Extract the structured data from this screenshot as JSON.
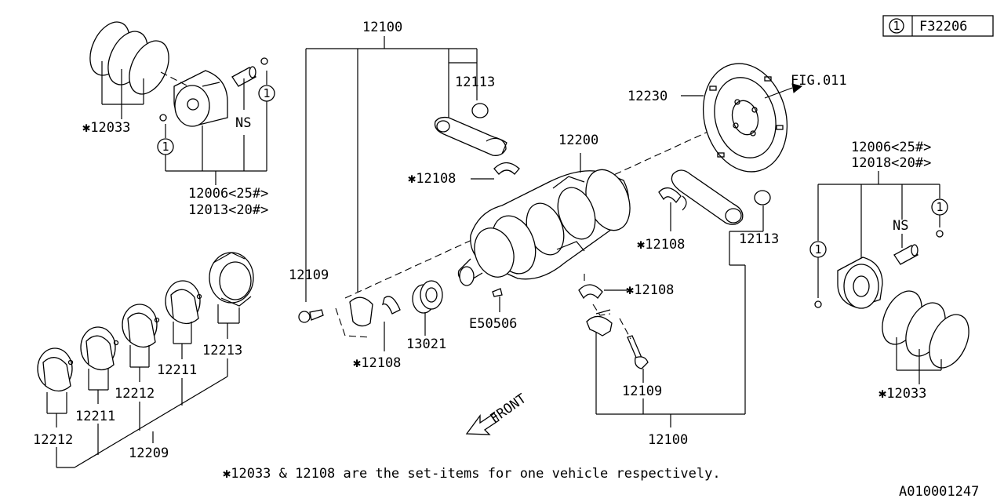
{
  "figure_ref": {
    "circle": "1",
    "code": "F32206"
  },
  "labels": {
    "l12100_top": "12100",
    "l12113_top": "12113",
    "l12033_left": "✱12033",
    "ns_left": "NS",
    "circle1_a": "1",
    "circle1_b": "1",
    "l12006_left": "12006<25#>",
    "l12013_left": "12013<20#>",
    "l12230": "12230",
    "fig011": "FIG.011",
    "l12200": "12200",
    "l12108_a": "✱12108",
    "l12108_b": "✱12108",
    "l12113_right": "12113",
    "l12006_right": "12006<25#>",
    "l12018_right": "12018<20#>",
    "ns_right": "NS",
    "circle1_c": "1",
    "circle1_d": "1",
    "l12109_left": "12109",
    "l12108_c": "✱12108",
    "l12108_d": "✱12108",
    "l13021": "13021",
    "e50506": "E50506",
    "l12213": "12213",
    "l12211_a": "12211",
    "l12212_a": "12212",
    "l12211_b": "12211",
    "l12212_b": "12212",
    "l12209": "12209",
    "l12109_right": "12109",
    "l12100_bottom": "12100",
    "l12033_right": "✱12033",
    "front": "FRONT",
    "note": "✱12033 & 12108 are the set-items for one vehicle respectively.",
    "diagram_id": "A010001247"
  }
}
